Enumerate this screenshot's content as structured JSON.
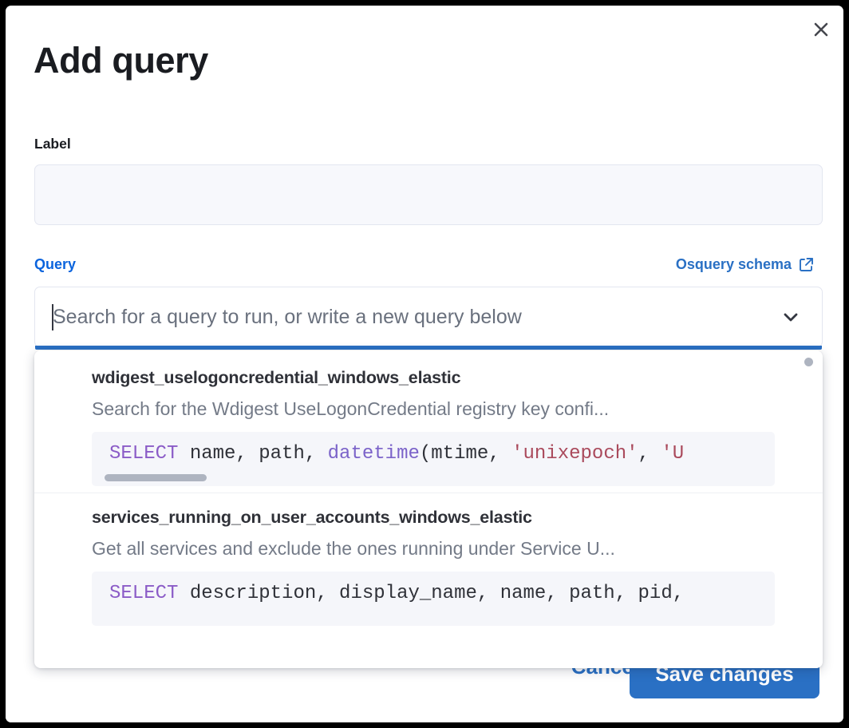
{
  "modal": {
    "title": "Add query",
    "close_icon": "close-icon"
  },
  "label_field": {
    "label": "Label",
    "value": "",
    "placeholder": ""
  },
  "query_field": {
    "label": "Query",
    "schema_link_text": "Osquery schema",
    "schema_link_icon": "external-link-icon",
    "combo_value": "",
    "combo_placeholder": "Search for a query to run, or write a new query below",
    "chevron_icon": "chevron-down-icon"
  },
  "dropdown": {
    "items": [
      {
        "title": "wdigest_uselogoncredential_windows_elastic",
        "description": "Search for the Wdigest UseLogonCredential registry key confi...",
        "code_tokens": [
          {
            "text": "SELECT",
            "type": "keyword"
          },
          {
            "text": " name, path, ",
            "type": "plain"
          },
          {
            "text": "datetime",
            "type": "function"
          },
          {
            "text": "(mtime, ",
            "type": "plain"
          },
          {
            "text": "'unixepoch'",
            "type": "string"
          },
          {
            "text": ", ",
            "type": "plain"
          },
          {
            "text": "'U",
            "type": "string"
          }
        ],
        "has_scrollbar": true
      },
      {
        "title": "services_running_on_user_accounts_windows_elastic",
        "description": "Get all services and exclude the ones running under Service U...",
        "code_tokens": [
          {
            "text": "SELECT",
            "type": "keyword"
          },
          {
            "text": " description, display_name, name, path, pid,",
            "type": "plain"
          }
        ],
        "has_scrollbar": false
      }
    ]
  },
  "footer": {
    "cancel_label": "Cancel",
    "save_label": "Save changes"
  },
  "colors": {
    "accent": "#2a70c4",
    "link": "#0b64dd",
    "text": "#1a1c21",
    "muted": "#737a87",
    "keyword": "#8b5cc7",
    "string": "#aa4a5c",
    "code_bg": "#f5f6fa"
  }
}
